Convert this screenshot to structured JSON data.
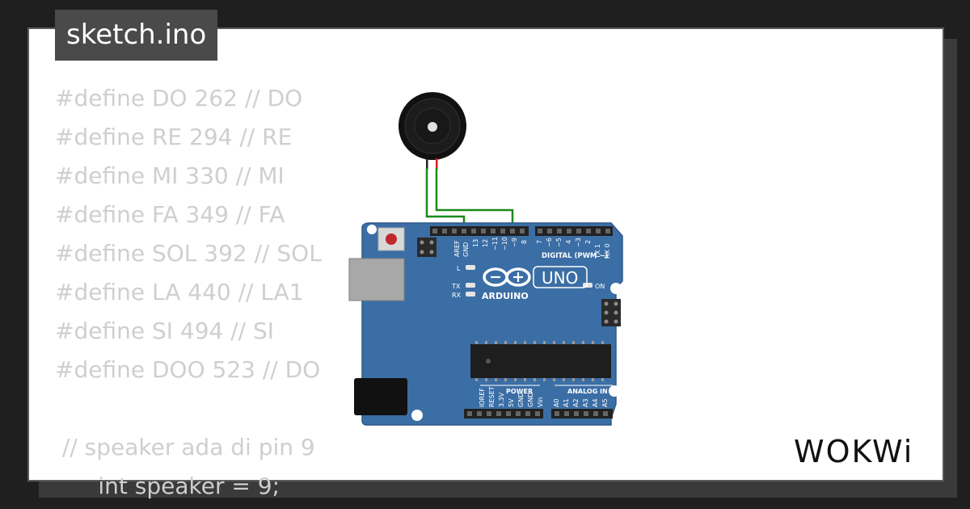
{
  "file": {
    "name": "sketch.ino"
  },
  "code": {
    "lines": [
      "#define DO 262 // DO",
      "#define RE 294 // RE",
      "#define MI 330 // MI",
      "#define FA 349 // FA",
      "#define SOL 392 // SOL",
      "#define LA 440 // LA1",
      "#define SI 494 // SI",
      "#define DOO 523 // DO",
      "",
      " // speaker ada di pin 9",
      "      int speaker = 9;"
    ]
  },
  "board": {
    "brand": "ARDUINO",
    "model": "UNO",
    "digital_label": "DIGITAL (PWM ~)",
    "power_label": "POWER",
    "analog_label": "ANALOG IN",
    "led_on": "ON",
    "led_l": "L",
    "led_tx": "TX",
    "led_rx": "RX",
    "top_pins": [
      "AREF",
      "GND",
      "13",
      "12",
      "~11",
      "~10",
      "~9",
      "8",
      "7",
      "~6",
      "~5",
      "4",
      "~3",
      "2",
      "TX 1",
      "RX 0"
    ],
    "power_pins": [
      "IOREF",
      "RESET",
      "3.3V",
      "5V",
      "GND",
      "GND",
      "Vin"
    ],
    "analog_pins": [
      "A0",
      "A1",
      "A2",
      "A3",
      "A4",
      "A5"
    ]
  },
  "logo": {
    "text": "WOKWi"
  },
  "colors": {
    "background": "#1f1f1f",
    "card": "#ffffff",
    "board_blue": "#3b6ea5",
    "wire_green": "#1a8a1a",
    "code_text": "#cfcfcf"
  }
}
